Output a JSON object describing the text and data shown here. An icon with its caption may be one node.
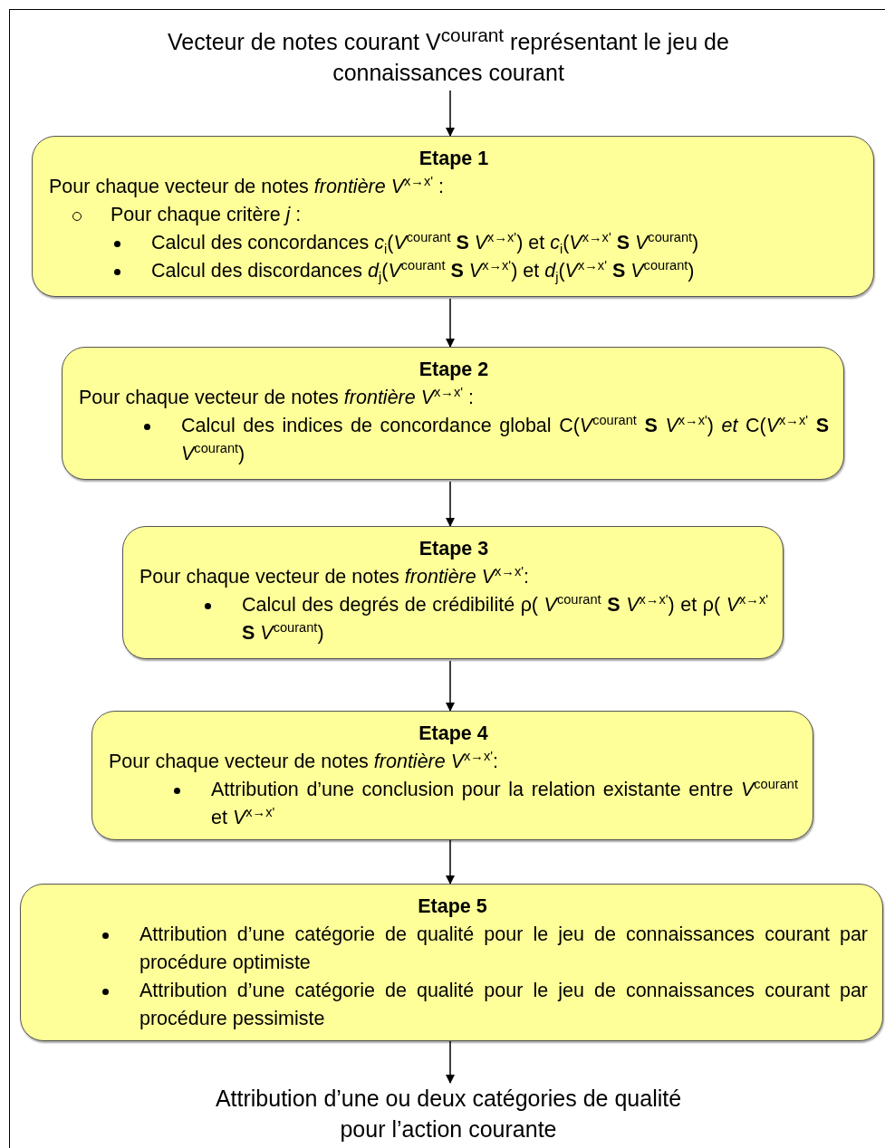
{
  "diagram": {
    "nodes": [
      {
        "text": [
          "Vecteur de notes courant V$^{courant}$ représentant le jeu de connaissances courant"
        ]
      },
      {
        "text": [
          "Etape 1",
          "Pour chaque vecteur de notes *frontière V*$^{x→x'}$ :",
          "Pour chaque critère *j* :",
          "Calcul des concordances *c*$_{i}$(*V*$^{courant}$ **S** *V*$^{x→x'}$) et *c*$_{i}$(*V*$^{x→x'}$ **S** *V*$^{courant}$)",
          "Calcul des discordances *d*$_{j}$(*V*$^{courant}$ **S** *V*$^{x→x'}$) et *d*$_{j}$(*V*$^{x→x'}$ **S** *V*$^{courant}$)"
        ]
      },
      {
        "text": [
          "Etape 2",
          "Pour chaque vecteur de notes *frontière V*$^{x→x'}$ :",
          "Calcul des indices de concordance global C(*V*$^{courant}$ **S** *V*$^{x→x'}$) *et* C(*V*$^{x→x'}$ **S** *V*$^{courant}$)"
        ]
      },
      {
        "text": [
          "Etape 3",
          "Pour chaque vecteur de notes *frontière V*$^{x→x'}$:",
          "Calcul des degrés de crédibilité ρ( *V*$^{courant}$ **S** *V*$^{x→x'}$) et ρ( *V*$^{x→x'}$ **S** *V*$^{courant}$)"
        ]
      },
      {
        "text": [
          "Etape 4",
          "Pour chaque vecteur de notes *frontière V*$^{x→x'}$:",
          "Attribution d’une conclusion pour la relation existante entre *V*$^{courant}$ et *V*$^{x→x'}$"
        ]
      },
      {
        "text": [
          "Etape 5",
          "Attribution d’une catégorie de qualité pour le jeu de connaissances courant par procédure optimiste",
          "Attribution d’une catégorie de qualité pour le jeu de connaissances courant par procédure pessimiste"
        ]
      },
      {
        "text": [
          "Attribution d’une ou deux catégories de qualité pour l’action courante"
        ]
      }
    ],
    "edges": [
      {
        "from": 0,
        "to": 1,
        "arrow": "to"
      },
      {
        "from": 1,
        "to": 2,
        "arrow": "to"
      },
      {
        "from": 2,
        "to": 3,
        "arrow": "to"
      },
      {
        "from": 3,
        "to": 4,
        "arrow": "to"
      },
      {
        "from": 4,
        "to": 5,
        "arrow": "to"
      },
      {
        "from": 5,
        "to": 6,
        "arrow": "to"
      }
    ]
  }
}
